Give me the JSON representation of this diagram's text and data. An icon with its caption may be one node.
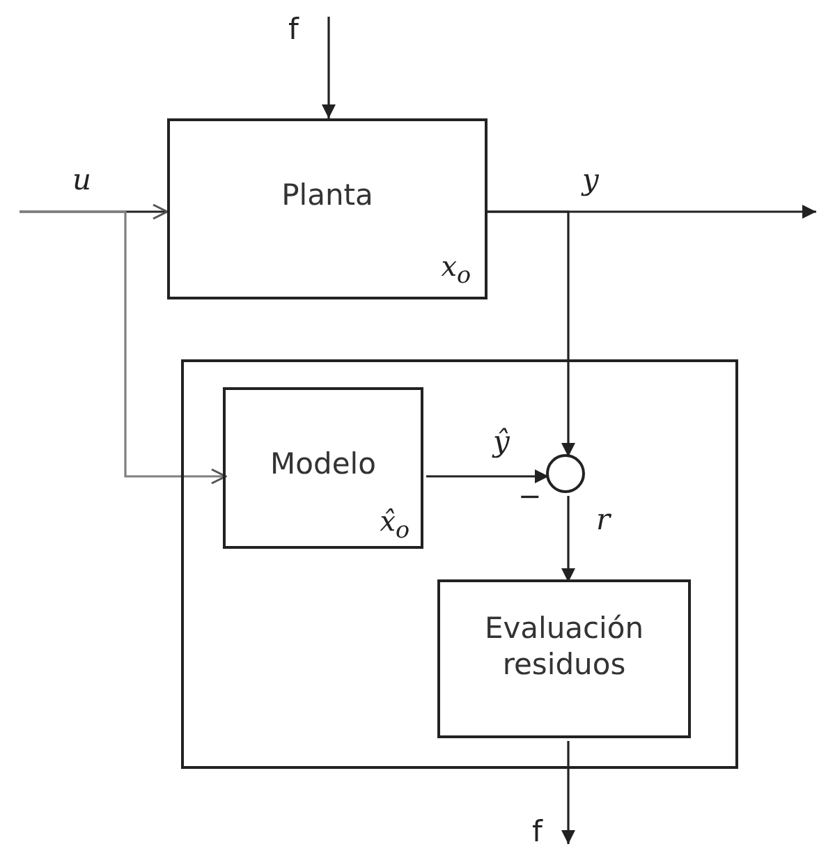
{
  "diagram": {
    "nodes": [
      {
        "text": [
          "Planta",
          "x$_{o}$"
        ]
      },
      {
        "text": [],
        "shape": "box"
      },
      {
        "text": [
          "Modelo",
          "x̂$_{o}$"
        ],
        "in": 1
      },
      {
        "text": [],
        "shape": "circle",
        "in": 1
      },
      {
        "text": [
          "Evaluación residuos"
        ],
        "in": 1
      }
    ],
    "edges": [
      {
        "from": null,
        "to": 0,
        "arrow": "to",
        "label": "f"
      },
      {
        "from": null,
        "to": 0,
        "arrow": "to",
        "label": "u"
      },
      {
        "from": null,
        "to": 2,
        "arrow": "to",
        "color": "#7f7f7f"
      },
      {
        "from": 0,
        "to": null,
        "arrow": "to",
        "label": "y"
      },
      {
        "from": 0,
        "to": 3,
        "arrow": "to"
      },
      {
        "from": 2,
        "to": 3,
        "arrow": "to",
        "label": "ŷ"
      },
      {
        "from": 3,
        "to": 4,
        "arrow": "to",
        "label": "r"
      },
      {
        "from": 4,
        "to": null,
        "arrow": "to",
        "label": "f"
      }
    ],
    "labels": [
      "−"
    ]
  }
}
